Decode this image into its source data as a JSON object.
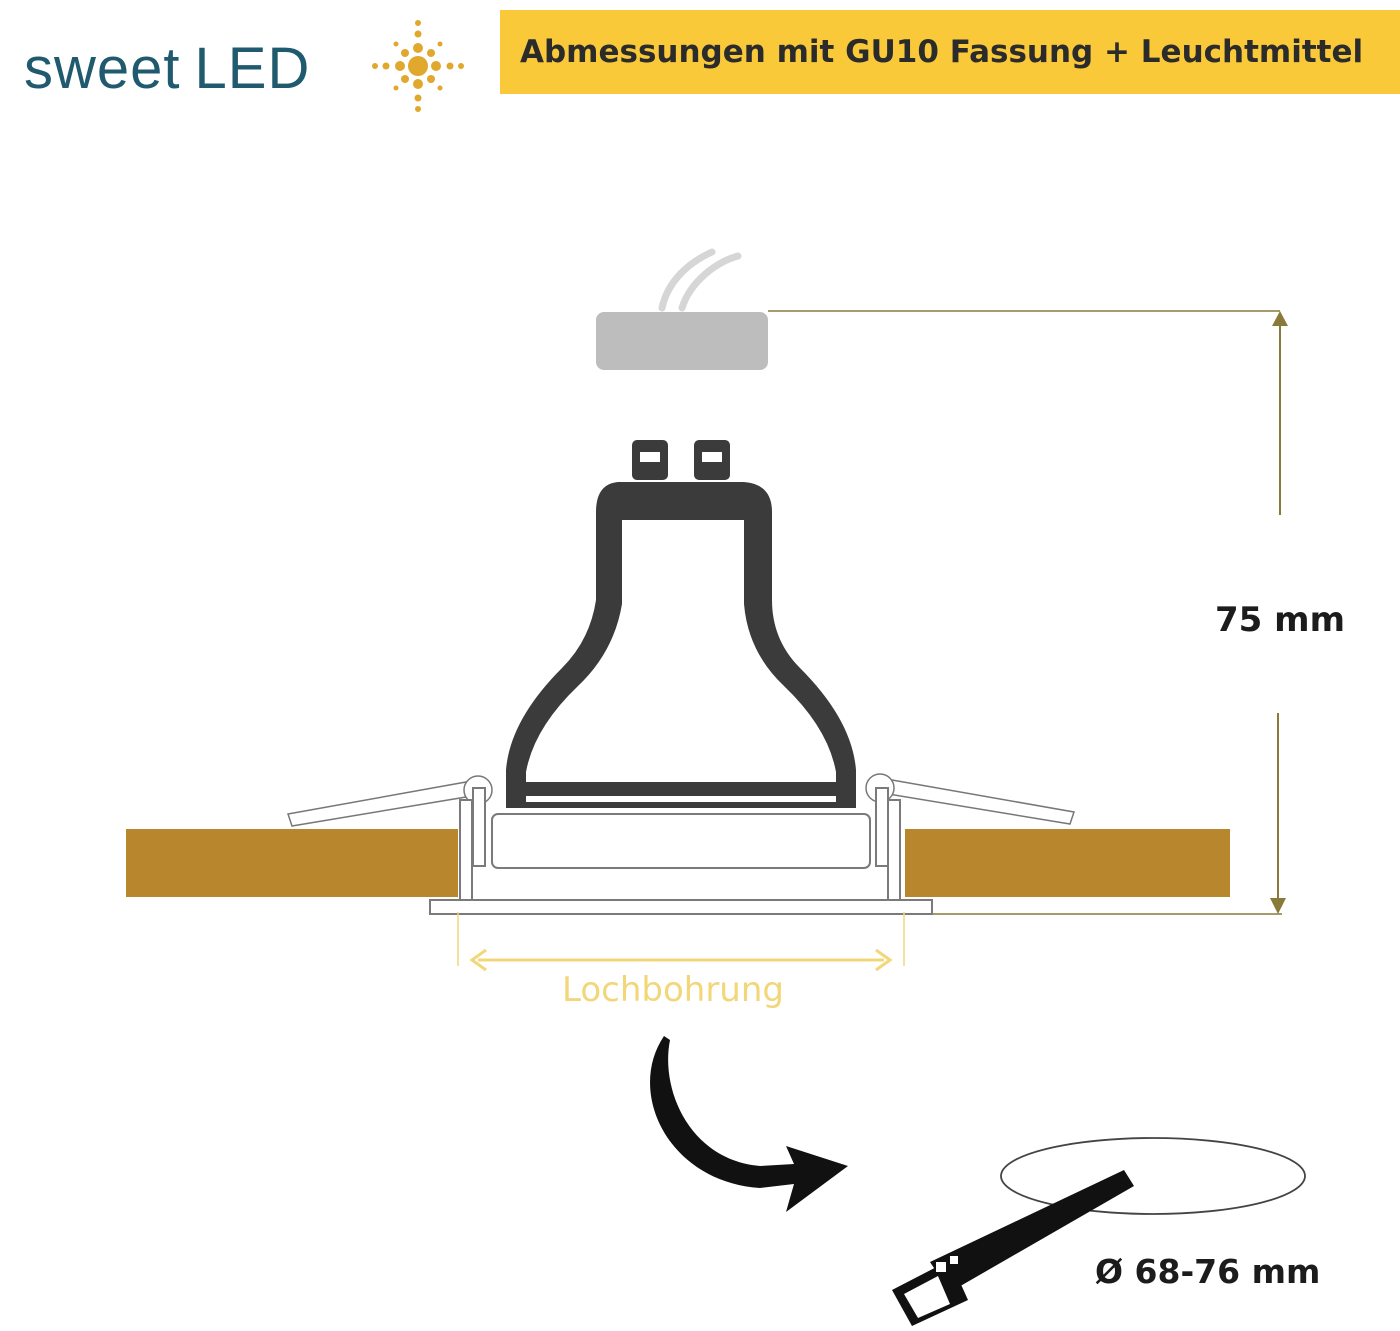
{
  "brand": {
    "name_part1": "sweet",
    "name_part2": "LED",
    "logo_icon": "sun-dots-icon"
  },
  "header": {
    "title": "Abmessungen mit GU10 Fassung + Leuchtmittel"
  },
  "dimensions": {
    "height_label": "75 mm",
    "hole_label": "Lochbohrung",
    "diameter_label": "Ø 68-76 mm"
  },
  "colors": {
    "accent_yellow": "#f9c93a",
    "ceiling_gold": "#b8862d",
    "logo_teal": "#1f5a6e",
    "dimension_line": "#8a7a3a",
    "hole_text": "#f1d77a"
  }
}
